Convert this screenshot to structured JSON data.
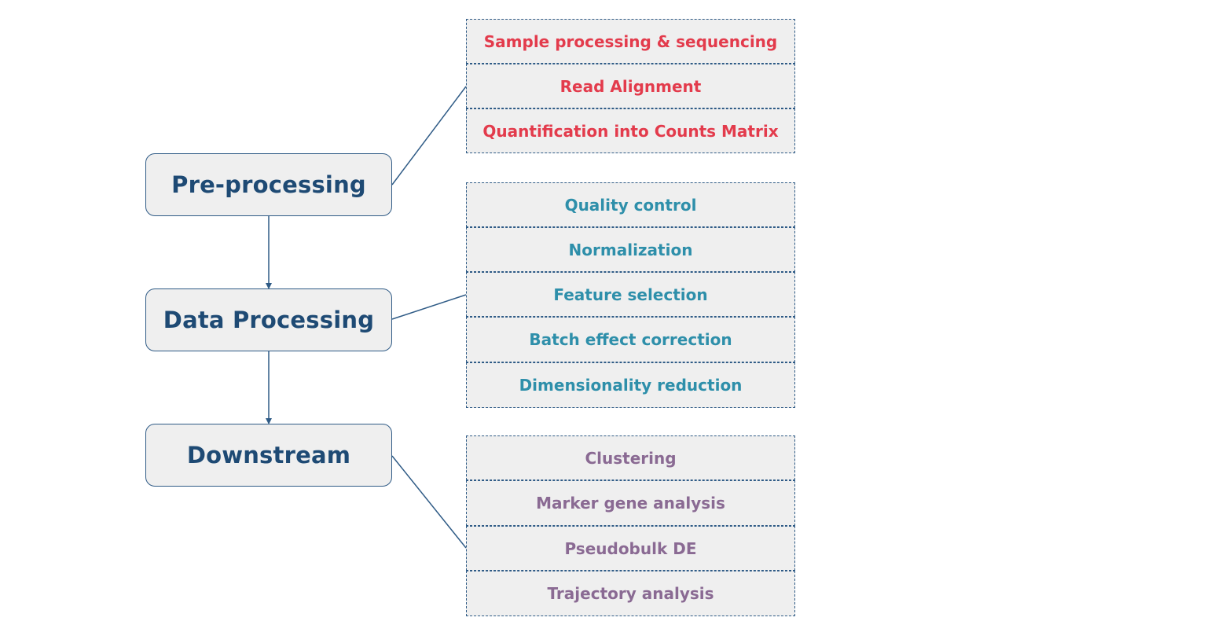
{
  "colors": {
    "stage_text": "#1e4a74",
    "stage_border": "#2f5b86",
    "box_fill": "#efefef",
    "preprocessing_steps": "#e33b4c",
    "data_processing_steps": "#2e8faa",
    "downstream_steps": "#8a6a93",
    "connector": "#2f5b86"
  },
  "stages": [
    {
      "label": "Pre-processing",
      "steps": [
        "Sample processing & sequencing",
        "Read Alignment",
        "Quantification into Counts Matrix"
      ]
    },
    {
      "label": "Data Processing",
      "steps": [
        "Quality control",
        "Normalization",
        "Feature selection",
        "Batch effect correction",
        "Dimensionality reduction"
      ]
    },
    {
      "label": "Downstream",
      "steps": [
        "Clustering",
        "Marker gene analysis",
        "Pseudobulk DE",
        "Trajectory analysis"
      ]
    }
  ]
}
